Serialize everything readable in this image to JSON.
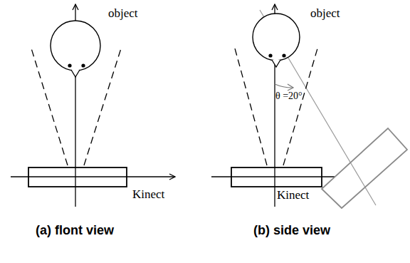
{
  "diagram": {
    "labels": [
      "object",
      "Kinect",
      "(a) flont view",
      "object",
      "θ =20°",
      "Kinect",
      "(b) side view"
    ]
  }
}
